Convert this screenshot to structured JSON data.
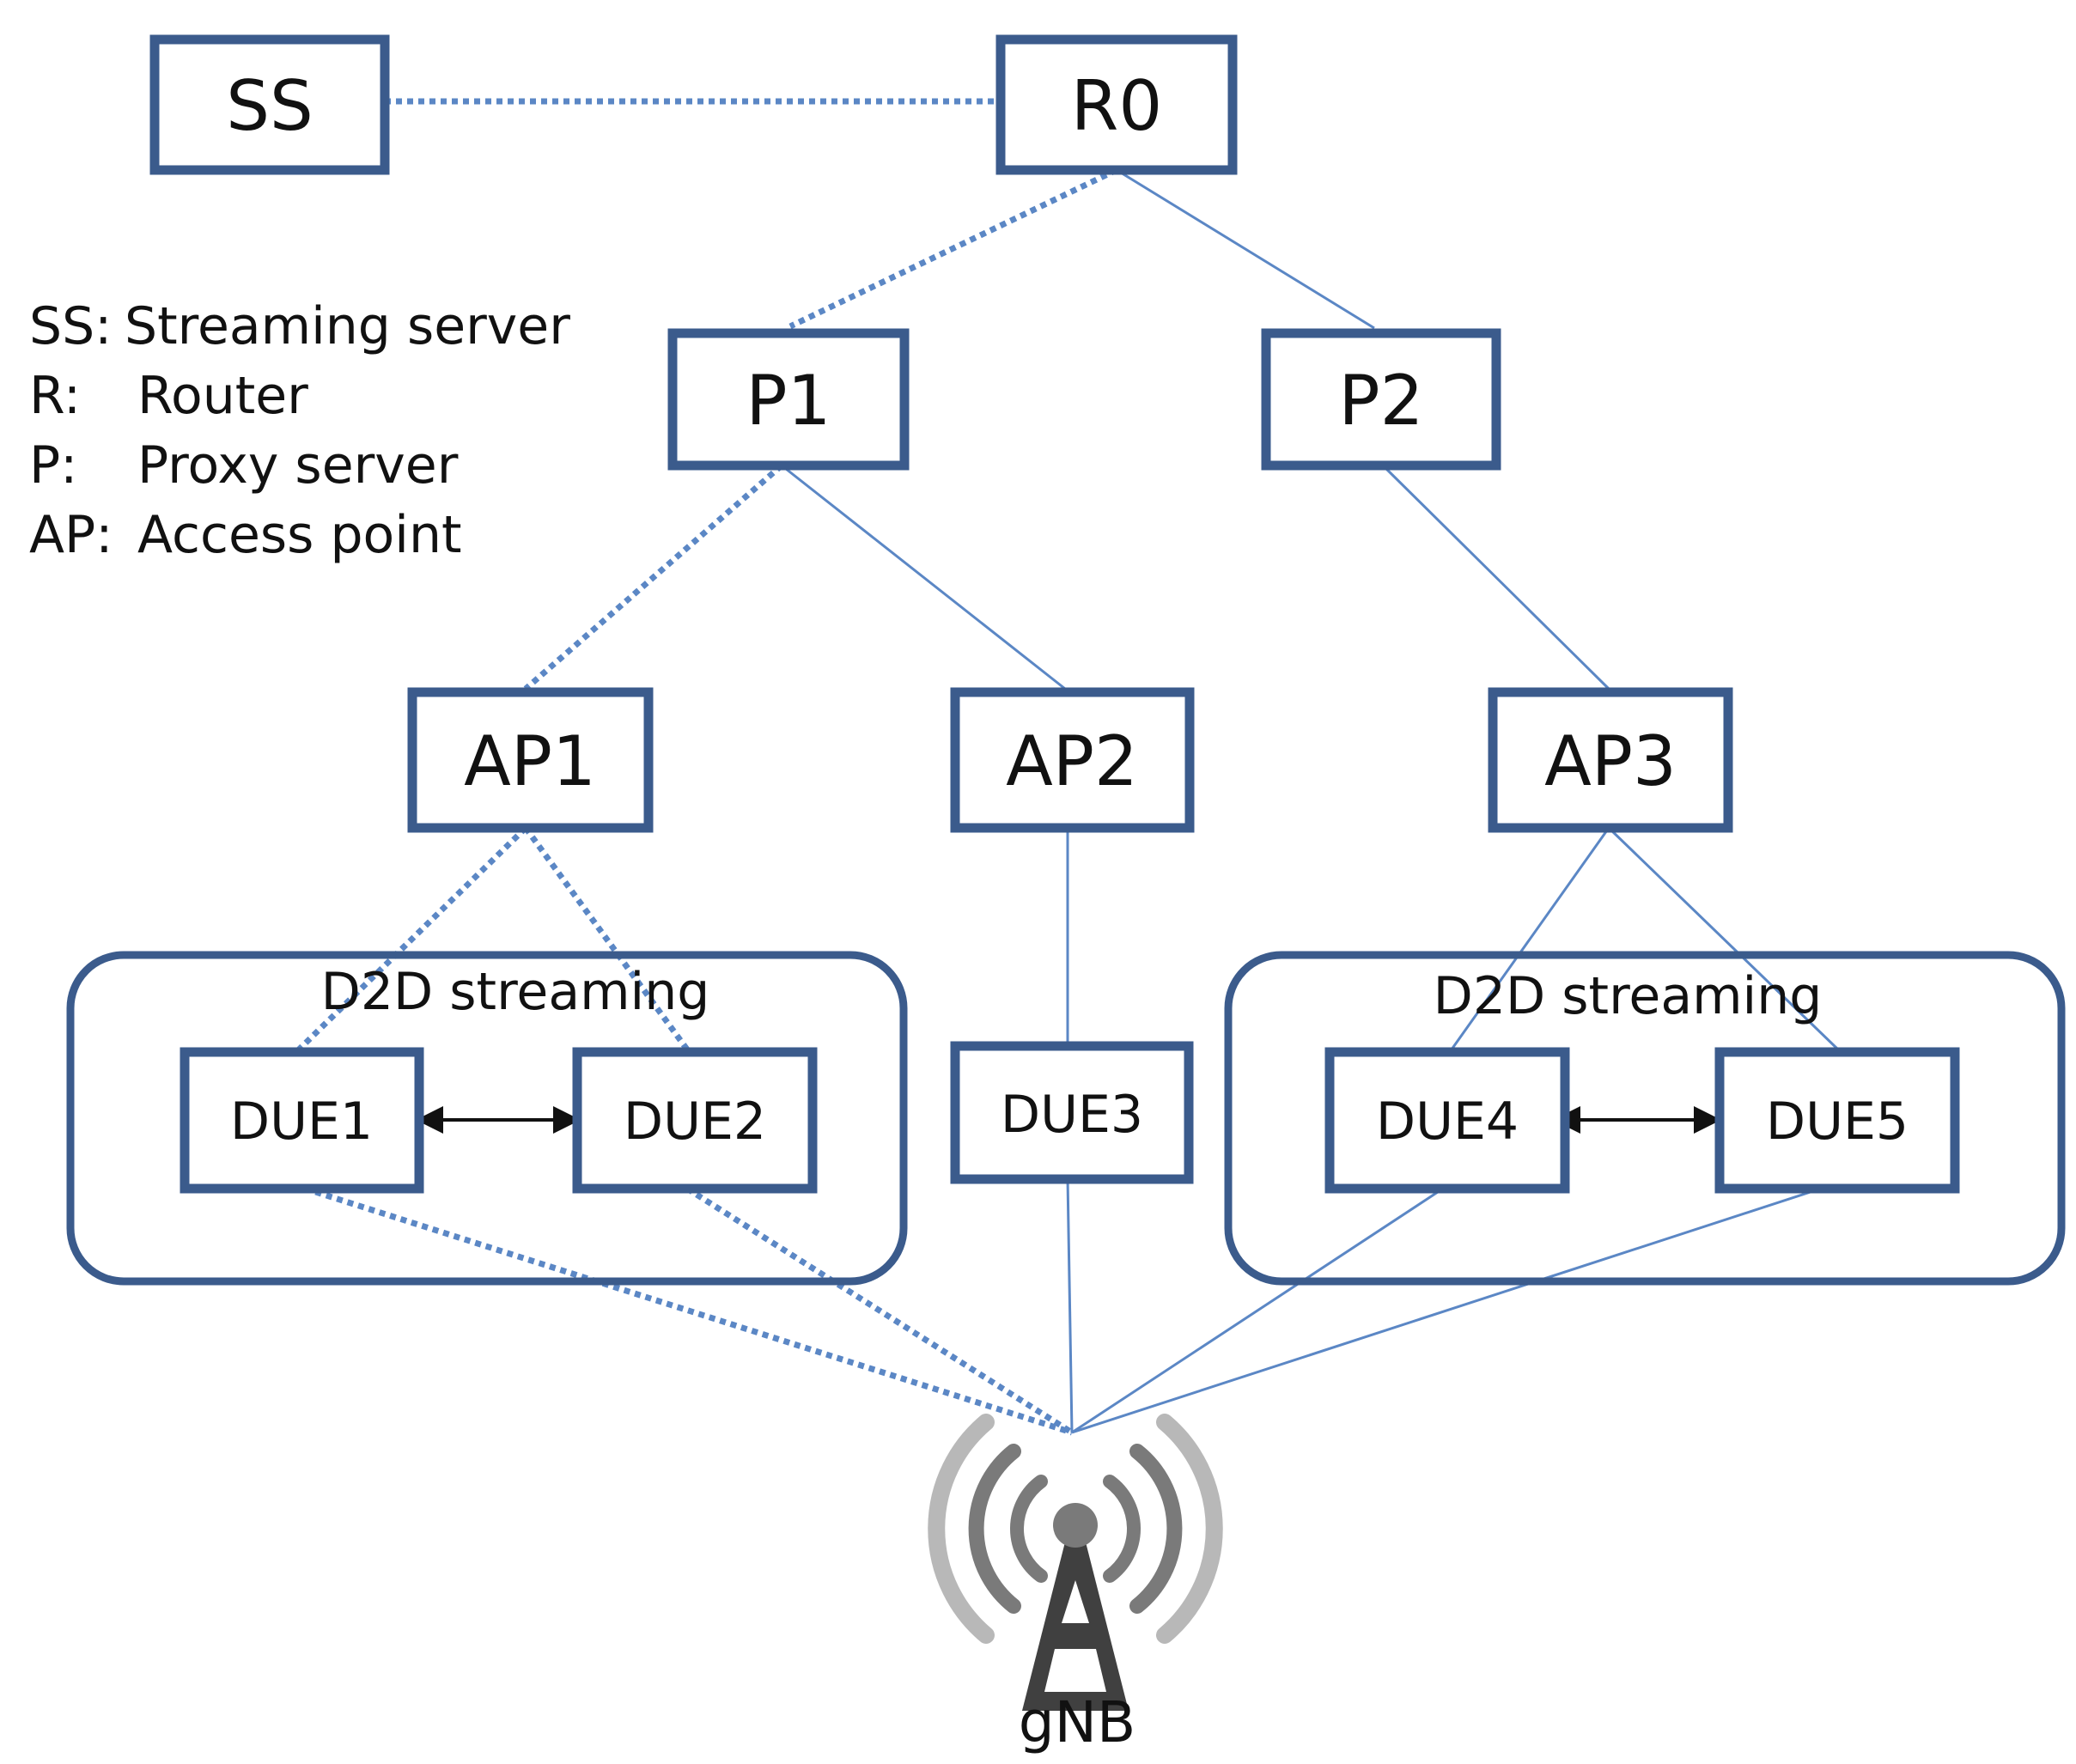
{
  "colors": {
    "box_stroke": "#3b5b8c",
    "link": "#5b87c5",
    "arrow": "#111111",
    "tower_dark": "#404040",
    "tower_mid": "#7a7a7a",
    "tower_light": "#b8b8b8"
  },
  "nodes": {
    "ss": "SS",
    "r0": "R0",
    "p1": "P1",
    "p2": "P2",
    "ap1": "AP1",
    "ap2": "AP2",
    "ap3": "AP3",
    "due1": "DUE1",
    "due2": "DUE2",
    "due3": "DUE3",
    "due4": "DUE4",
    "due5": "DUE5"
  },
  "groups": {
    "left": "D2D  streaming",
    "right": "D2D  streaming"
  },
  "legend": [
    {
      "abbr": "SS:",
      "desc": "Streaming  server"
    },
    {
      "abbr": "R:",
      "desc": "Router"
    },
    {
      "abbr": "P:",
      "desc": "Proxy server"
    },
    {
      "abbr": "AP:",
      "desc": "Access point"
    }
  ],
  "gnb": {
    "label": "gNB",
    "icon": "antenna-tower-icon"
  }
}
